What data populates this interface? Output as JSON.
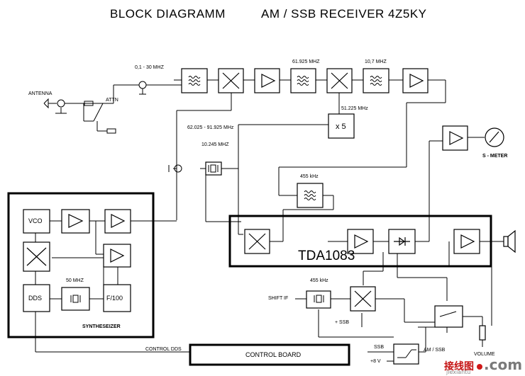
{
  "header": {
    "title_left": "BLOCK   DIAGRAMM",
    "title_right": "AM / SSB RECEIVER 4Z5KY"
  },
  "labels": {
    "antenna": "ANTENNA",
    "attn": "ATTN",
    "freq_in": "0,1 - 30 MHZ",
    "freq_if1": "61.925 MHZ",
    "freq_if2": "10,7 MHZ",
    "freq_lo2": "51.225 MHz",
    "mult": "x 5",
    "freq_lo1": "62.025 - 91.925 MHz",
    "freq_xtal": "10.245 MHZ",
    "freq_455": "455 kHz",
    "smeter": "S - METER",
    "tda": "TDA1083",
    "vco": "VCO",
    "dds": "DDS",
    "f100": "F/100",
    "freq_50": "50 MHZ",
    "synth": "SYNTHESEIZER",
    "freq_455b": "455 kHz",
    "shift_if": "SHIFT IF",
    "plus_ssb": "+ SSB",
    "ssb": "SSB",
    "plus_8v": "+8 V",
    "am_ssb": "AM / SSB",
    "volume": "VOLUME",
    "control_dds": "CONTROL  DDS",
    "control_board": "CONTROL BOARD"
  },
  "watermark": {
    "cn": "接线图",
    "en": "jiexiantu",
    "com": ".com",
    "colors": {
      "red": "#c51515",
      "gray": "#7a7a7a"
    }
  }
}
